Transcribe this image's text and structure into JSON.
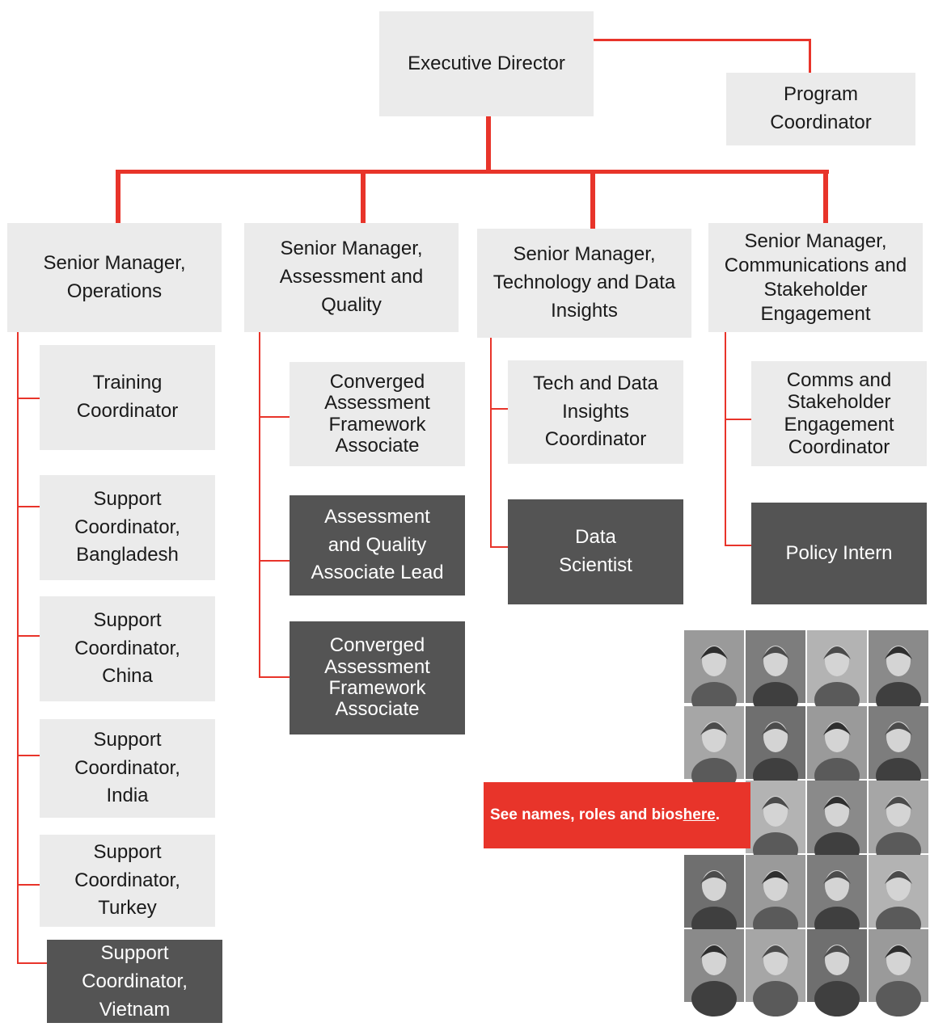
{
  "boxes": {
    "executive_director": "Executive Director",
    "program_coordinator": "Program\nCoordinator",
    "sm_operations": "Senior Manager,\nOperations",
    "sm_assessment": "Senior Manager,\nAssessment and\nQuality",
    "sm_technology": "Senior Manager,\nTechnology and Data\nInsights",
    "sm_communications": "Senior Manager,\nCommunications and\nStakeholder\nEngagement",
    "training_coordinator": "Training\nCoordinator",
    "support_bangladesh": "Support\nCoordinator,\nBangladesh",
    "support_china": "Support\nCoordinator,\nChina",
    "support_india": "Support\nCoordinator,\nIndia",
    "support_turkey": "Support\nCoordinator,\nTurkey",
    "support_vietnam": "Support\nCoordinator,\nVietnam",
    "caf_associate_1": "Converged\nAssessment\nFramework\nAssociate",
    "aq_associate_lead": "Assessment\nand Quality\nAssociate Lead",
    "caf_associate_2": "Converged\nAssessment\nFramework\nAssociate",
    "tech_data_coordinator": "Tech and Data\nInsights\nCoordinator",
    "data_scientist": "Data\nScientist",
    "comms_coordinator": "Comms and\nStakeholder\nEngagement\nCoordinator",
    "policy_intern": "Policy Intern"
  },
  "cta": {
    "prefix": "See names, roles  and bios ",
    "link": "here",
    "suffix": "."
  },
  "colors": {
    "connector": "#e8342a",
    "light_box": "#ebebeb",
    "dark_box": "#545454"
  }
}
